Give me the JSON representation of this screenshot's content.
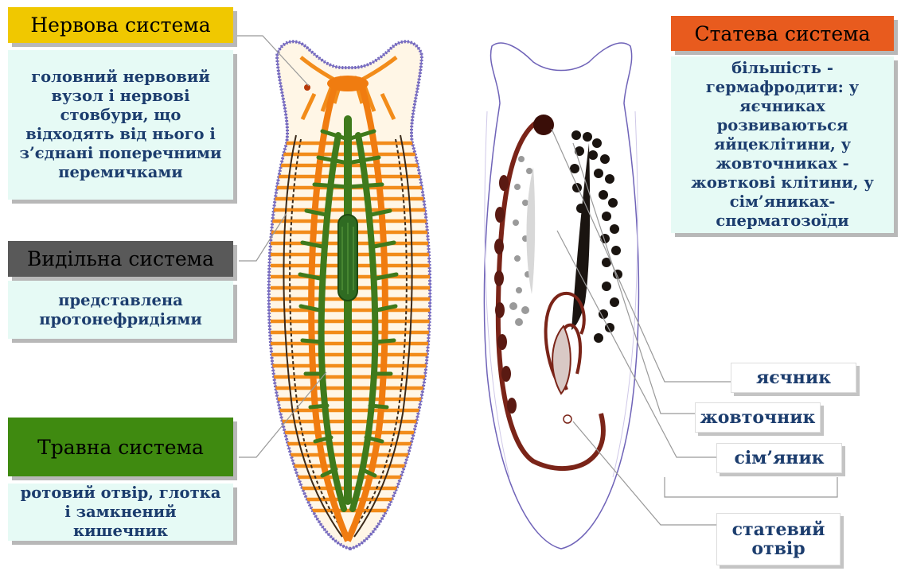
{
  "nervous": {
    "title": "Нервова система",
    "description": "головний нервовий вузол і нервові стовбури, що відходять від нього і з’єднані поперечними перемичками",
    "color": "#f0c800"
  },
  "excretory": {
    "title": "Видільна система",
    "description": "представлена протонефридіями",
    "color": "#595959"
  },
  "digestive": {
    "title": "Травна система",
    "description": "ротовий отвір, глотка і замкнений кишечник",
    "color": "#3f8a10"
  },
  "reproductive": {
    "title": "Статева система",
    "description": "більшість - гермафродити: у яєчниках розвиваються яйцеклітини, у жовточниках - жовткові клітини, у сім’яниках- сперматозоїди",
    "color": "#e85b1e"
  },
  "labels": {
    "ovary": "яєчник",
    "yolk_gland": "жовточник",
    "testis": "сім’яник",
    "genital_pore": "статевий отвір"
  }
}
